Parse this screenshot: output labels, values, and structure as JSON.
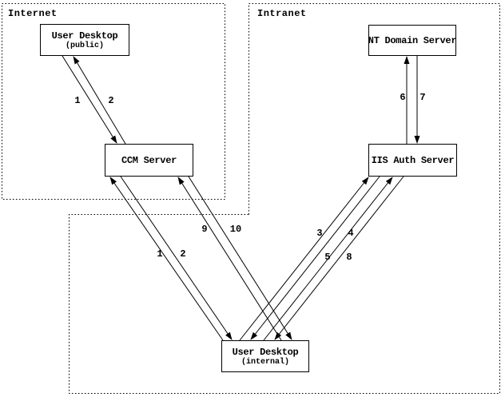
{
  "diagram": {
    "type": "network-flow-diagram",
    "zones": [
      {
        "id": "internet",
        "label": "Internet"
      },
      {
        "id": "intranet",
        "label": "Intranet"
      }
    ],
    "nodes": {
      "user_desktop_public": {
        "title": "User Desktop",
        "subtitle": "(public)",
        "zone": "Internet"
      },
      "ccm_server": {
        "title": "CCM Server",
        "subtitle": "",
        "zone": "Internet"
      },
      "nt_domain_server": {
        "title": "NT Domain Server",
        "subtitle": "",
        "zone": "Intranet"
      },
      "iis_auth_server": {
        "title": "IIS Auth Server",
        "subtitle": "",
        "zone": "Intranet"
      },
      "user_desktop_internal": {
        "title": "User Desktop",
        "subtitle": "(internal)",
        "zone": "Intranet"
      }
    },
    "connections": [
      {
        "label": "1",
        "from": "User Desktop (public)",
        "to": "CCM Server"
      },
      {
        "label": "2",
        "from": "CCM Server",
        "to": "User Desktop (public)"
      },
      {
        "label": "1",
        "from": "User Desktop (internal)",
        "to": "CCM Server"
      },
      {
        "label": "2",
        "from": "CCM Server",
        "to": "User Desktop (internal)"
      },
      {
        "label": "3",
        "from": "User Desktop (internal)",
        "to": "IIS Auth Server"
      },
      {
        "label": "4",
        "from": "IIS Auth Server",
        "to": "User Desktop (internal)"
      },
      {
        "label": "5",
        "from": "User Desktop (internal)",
        "to": "IIS Auth Server"
      },
      {
        "label": "6",
        "from": "IIS Auth Server",
        "to": "NT Domain Server"
      },
      {
        "label": "7",
        "from": "NT Domain Server",
        "to": "IIS Auth Server"
      },
      {
        "label": "8",
        "from": "IIS Auth Server",
        "to": "User Desktop (internal)"
      },
      {
        "label": "9",
        "from": "User Desktop (internal)",
        "to": "CCM Server"
      },
      {
        "label": "10",
        "from": "CCM Server",
        "to": "User Desktop (internal)"
      }
    ],
    "colors": {
      "line": "#000000",
      "background": "#ffffff",
      "box_fill": "#ffffff"
    }
  }
}
